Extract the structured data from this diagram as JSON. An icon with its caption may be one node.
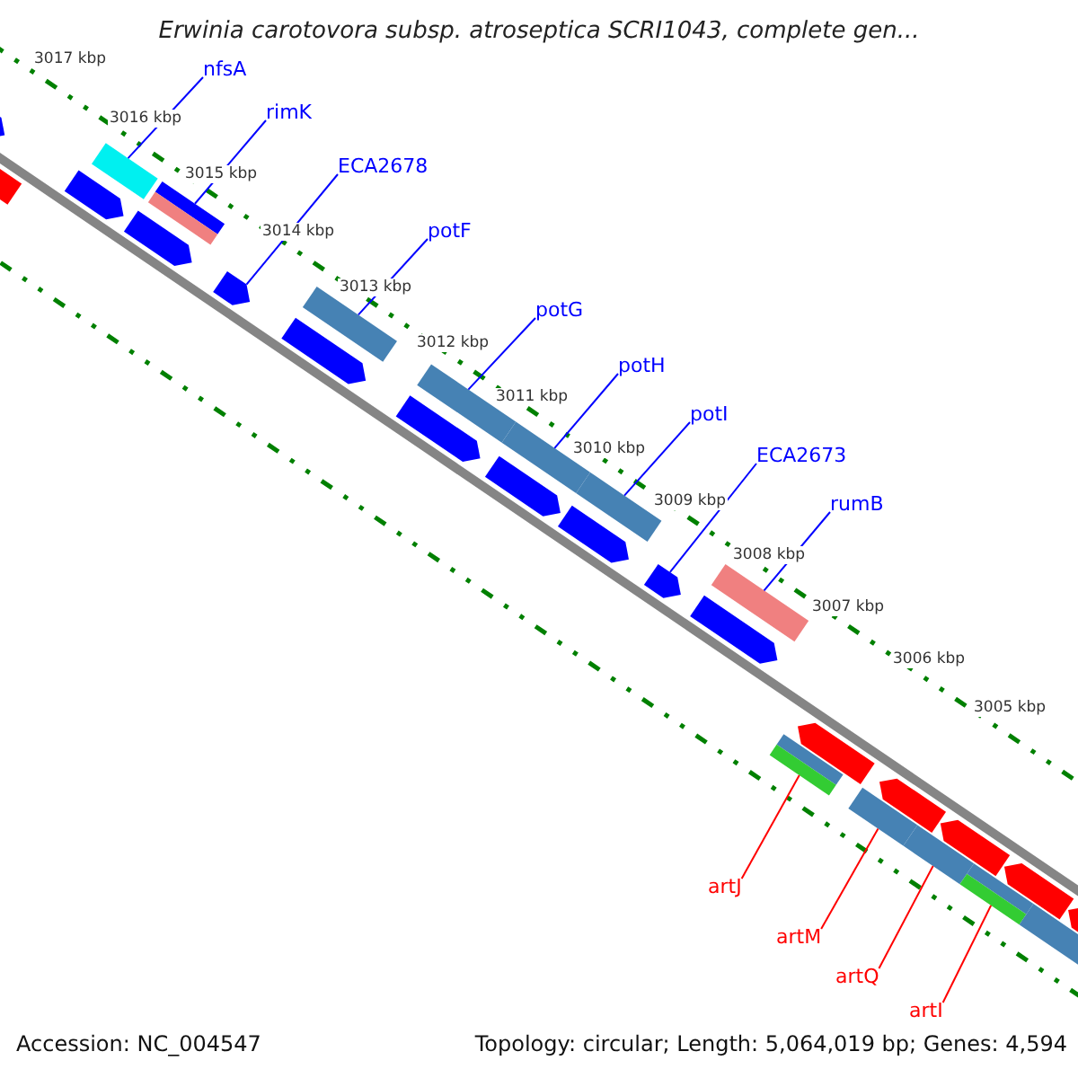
{
  "diagram": {
    "title": "Erwinia carotovora subsp. atroseptica SCRI1043, complete gen...",
    "nodes": [
      {
        "text": [
          "nfsA"
        ]
      },
      {
        "text": [
          "rimK"
        ]
      },
      {
        "text": [
          "ECA2678"
        ]
      },
      {
        "text": [
          "potF"
        ]
      },
      {
        "text": [
          "potG"
        ]
      },
      {
        "text": [
          "potH"
        ]
      },
      {
        "text": [
          "potI"
        ]
      },
      {
        "text": [
          "ECA2673"
        ]
      },
      {
        "text": [
          "rumB"
        ]
      },
      {
        "text": [
          "artJ"
        ]
      },
      {
        "text": [
          "artM"
        ]
      },
      {
        "text": [
          "artQ"
        ]
      },
      {
        "text": [
          "artI"
        ]
      },
      {
        "text": [],
        "shape": "pentagon"
      },
      {
        "text": [],
        "shape": "pentagon"
      },
      {
        "text": [],
        "shape": "pentagon"
      },
      {
        "text": [],
        "shape": "bar"
      },
      {
        "text": [],
        "shape": "pentagon"
      },
      {
        "text": [],
        "shape": "bar"
      },
      {
        "text": [],
        "shape": "pentagon"
      },
      {
        "text": [],
        "shape": "pentagon"
      },
      {
        "text": [],
        "shape": "bar"
      },
      {
        "text": [],
        "shape": "pentagon"
      },
      {
        "text": [],
        "shape": "bar"
      },
      {
        "text": [],
        "shape": "bar"
      },
      {
        "text": [],
        "shape": "pentagon"
      },
      {
        "text": [],
        "shape": "bar"
      },
      {
        "text": [],
        "shape": "pentagon"
      },
      {
        "text": [],
        "shape": "pentagon"
      },
      {
        "text": [],
        "shape": "pentagon"
      },
      {
        "text": [],
        "shape": "bar"
      },
      {
        "text": [],
        "shape": "bar"
      },
      {
        "text": [],
        "shape": "pentagon"
      },
      {
        "text": [],
        "shape": "bar"
      },
      {
        "text": [],
        "shape": "pentagon"
      },
      {
        "text": [],
        "shape": "bar"
      },
      {
        "text": [],
        "shape": "pentagon"
      },
      {
        "text": [],
        "shape": "bar"
      },
      {
        "text": [],
        "shape": "pentagon"
      },
      {
        "text": [],
        "shape": "bar"
      },
      {
        "text": [],
        "shape": "pentagon"
      }
    ],
    "edges": [
      {
        "from": 0,
        "to": 16,
        "arrow": "none"
      },
      {
        "from": 1,
        "to": 18,
        "arrow": "none"
      },
      {
        "from": 2,
        "to": 19,
        "arrow": "none"
      },
      {
        "from": 3,
        "to": 21,
        "arrow": "none"
      },
      {
        "from": 4,
        "to": 23,
        "arrow": "none"
      },
      {
        "from": 5,
        "to": 24,
        "arrow": "none"
      },
      {
        "from": 6,
        "to": 26,
        "arrow": "none"
      },
      {
        "from": 7,
        "to": 28,
        "arrow": "none"
      },
      {
        "from": 8,
        "to": 30,
        "arrow": "none"
      },
      {
        "from": 9,
        "to": 31,
        "arrow": "none",
        "color": "#ff0000"
      },
      {
        "from": 10,
        "to": 33,
        "arrow": "none",
        "color": "#ff0000"
      },
      {
        "from": 11,
        "to": 35,
        "arrow": "none",
        "color": "#ff0000"
      },
      {
        "from": 12,
        "to": 37,
        "arrow": "none",
        "color": "#ff0000"
      }
    ],
    "labels": [
      "3017 kbp",
      "3016 kbp",
      "3015 kbp",
      "3014 kbp",
      "3013 kbp",
      "3012 kbp",
      "3011 kbp",
      "3010 kbp",
      "3009 kbp",
      "3008 kbp",
      "3007 kbp",
      "3006 kbp",
      "3005 kbp",
      "Accession: NC_004547",
      "Topology: circular; Length: 5,064,019 bp; Genes: 4,594"
    ]
  }
}
